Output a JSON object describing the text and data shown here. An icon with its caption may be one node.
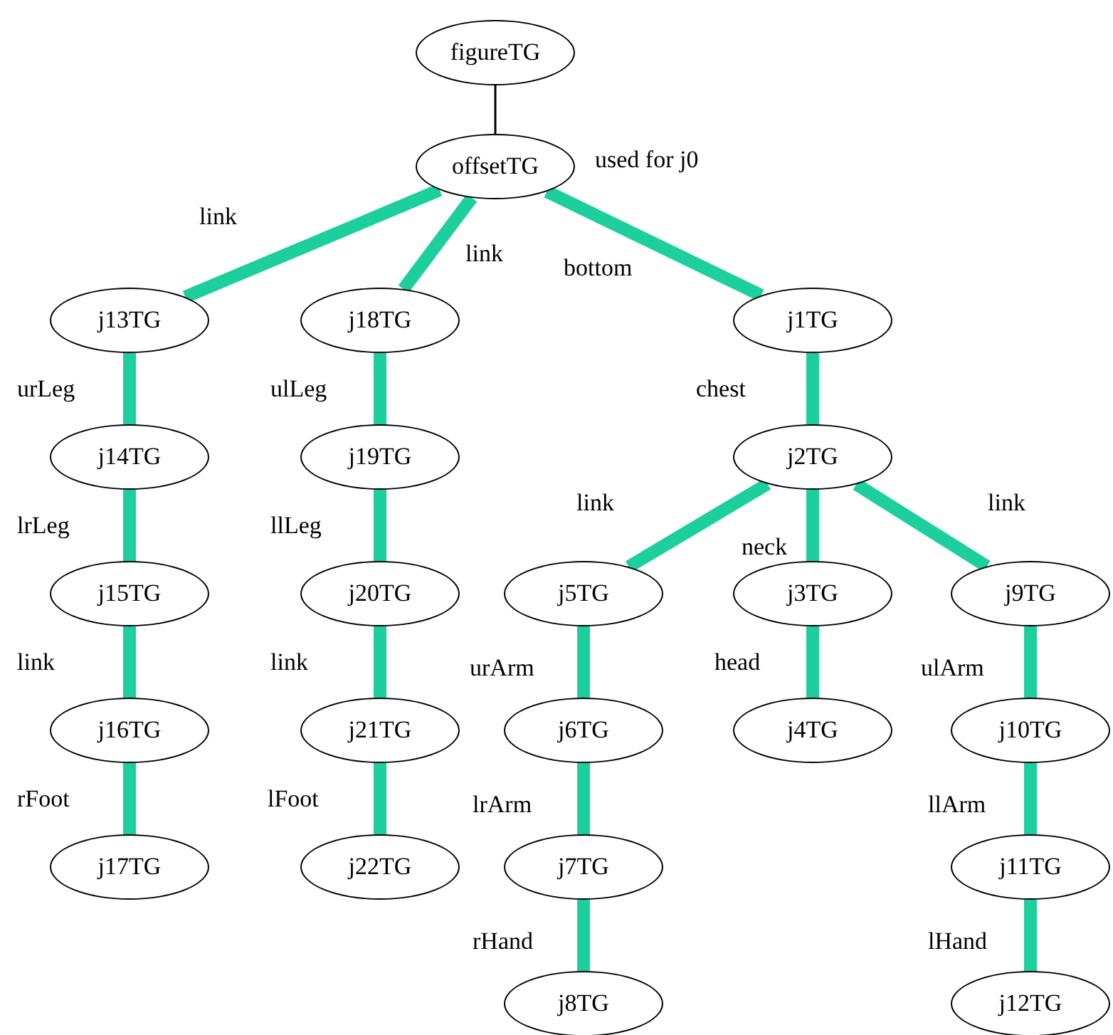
{
  "diagram": {
    "nodes": [
      {
        "text": [
          "figureTG"
        ]
      },
      {
        "text": [
          "offsetTG"
        ],
        "beside": [
          "used for j0"
        ]
      },
      {
        "text": [
          "j13TG"
        ]
      },
      {
        "text": [
          "j14TG"
        ]
      },
      {
        "text": [
          "j15TG"
        ]
      },
      {
        "text": [
          "j16TG"
        ]
      },
      {
        "text": [
          "j17TG"
        ]
      },
      {
        "text": [
          "j18TG"
        ]
      },
      {
        "text": [
          "j19TG"
        ]
      },
      {
        "text": [
          "j20TG"
        ]
      },
      {
        "text": [
          "j21TG"
        ]
      },
      {
        "text": [
          "j22TG"
        ]
      },
      {
        "text": [
          "j1TG"
        ]
      },
      {
        "text": [
          "j2TG"
        ]
      },
      {
        "text": [
          "j5TG"
        ]
      },
      {
        "text": [
          "j6TG"
        ]
      },
      {
        "text": [
          "j7TG"
        ]
      },
      {
        "text": [
          "j8TG"
        ]
      },
      {
        "text": [
          "j3TG"
        ]
      },
      {
        "text": [
          "j4TG"
        ]
      },
      {
        "text": [
          "j9TG"
        ]
      },
      {
        "text": [
          "j10TG"
        ]
      },
      {
        "text": [
          "j11TG"
        ]
      },
      {
        "text": [
          "j12TG"
        ]
      }
    ],
    "edges": [
      {
        "from": 0,
        "to": 1,
        "arrow": "none",
        "color": "#000000"
      },
      {
        "from": 1,
        "to": 2,
        "arrow": "none",
        "label": "link"
      },
      {
        "from": 1,
        "to": 7,
        "arrow": "none",
        "label": "link"
      },
      {
        "from": 1,
        "to": 12,
        "arrow": "none",
        "label": "bottom"
      },
      {
        "from": 2,
        "to": 3,
        "arrow": "none",
        "label": "urLeg"
      },
      {
        "from": 3,
        "to": 4,
        "arrow": "none",
        "label": "lrLeg"
      },
      {
        "from": 4,
        "to": 5,
        "arrow": "none",
        "label": "link"
      },
      {
        "from": 5,
        "to": 6,
        "arrow": "none",
        "label": "rFoot"
      },
      {
        "from": 7,
        "to": 8,
        "arrow": "none",
        "label": "ulLeg"
      },
      {
        "from": 8,
        "to": 9,
        "arrow": "none",
        "label": "llLeg"
      },
      {
        "from": 9,
        "to": 10,
        "arrow": "none",
        "label": "link"
      },
      {
        "from": 10,
        "to": 11,
        "arrow": "none",
        "label": "lFoot"
      },
      {
        "from": 12,
        "to": 13,
        "arrow": "none",
        "label": "chest"
      },
      {
        "from": 13,
        "to": 14,
        "arrow": "none",
        "label": "link"
      },
      {
        "from": 13,
        "to": 18,
        "arrow": "none",
        "label": "neck"
      },
      {
        "from": 13,
        "to": 20,
        "arrow": "none",
        "label": "link"
      },
      {
        "from": 14,
        "to": 15,
        "arrow": "none",
        "label": "urArm"
      },
      {
        "from": 15,
        "to": 16,
        "arrow": "none",
        "label": "lrArm"
      },
      {
        "from": 16,
        "to": 17,
        "arrow": "none",
        "label": "rHand"
      },
      {
        "from": 18,
        "to": 19,
        "arrow": "none",
        "label": "head"
      },
      {
        "from": 20,
        "to": 21,
        "arrow": "none",
        "label": "ulArm"
      },
      {
        "from": 21,
        "to": 22,
        "arrow": "none",
        "label": "llArm"
      },
      {
        "from": 22,
        "to": 23,
        "arrow": "none",
        "label": "lHand"
      }
    ]
  }
}
